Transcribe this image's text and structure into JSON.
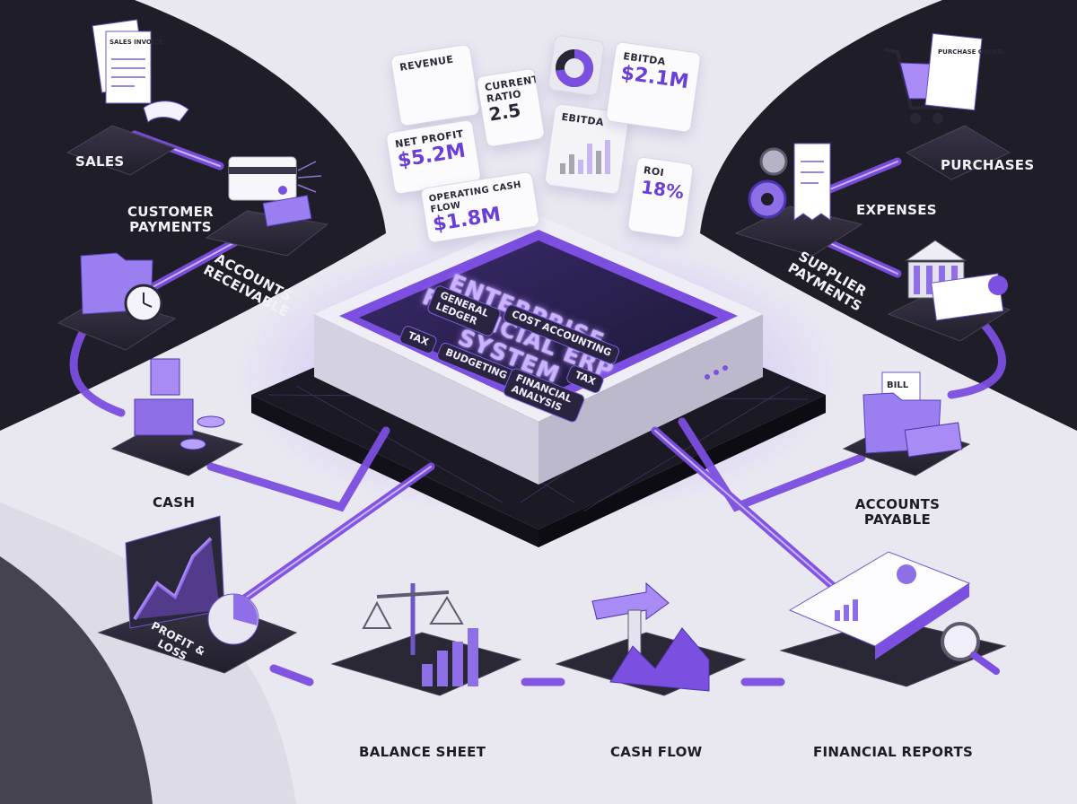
{
  "system": {
    "title": "ENTERPRISE FINANCIAL ERP SYSTEM",
    "modules": [
      "GENERAL LEDGER",
      "COST ACCOUNTING",
      "TAX",
      "BUDGETING",
      "TAX",
      "FINANCIAL ANALYSIS"
    ]
  },
  "kpis": {
    "revenue": {
      "label": "REVENUE"
    },
    "current_ratio": {
      "label": "CURRENT RATIO",
      "value": "2.5"
    },
    "net_profit": {
      "label": "NET PROFIT",
      "value": "$5.2M"
    },
    "operating_cash_flow": {
      "label": "OPERATING CASH FLOW",
      "value": "$1.8M"
    },
    "ebitda_chart": {
      "label": "EBITDA"
    },
    "ebitda": {
      "label": "EBITDA",
      "value": "$2.1M"
    },
    "roi": {
      "label": "ROI",
      "value": "18%"
    }
  },
  "nodes": {
    "sales": "SALES",
    "customer_payments": "CUSTOMER PAYMENTS",
    "accounts_receivable": "ACCOUNTS RECEIVABLE",
    "cash": "CASH",
    "purchases": "PURCHASES",
    "expenses": "EXPENSES",
    "supplier_payments": "SUPPLIER PAYMENTS",
    "accounts_payable": "ACCOUNTS PAYABLE",
    "profit_and_loss": "PROFIT & LOSS",
    "balance_sheet": "BALANCE SHEET",
    "cash_flow": "CASH FLOW",
    "financial_reports": "FINANCIAL REPORTS"
  },
  "icon_text": {
    "sales_invoice": "SALES INVOICE",
    "purchase_order": "PURCHASE ORDER",
    "bill": "BILL"
  },
  "colors": {
    "accent": "#7b4fe0",
    "accent_light": "#a98bf5",
    "dark_panel": "#1f1d27",
    "background": "#e9e8f1"
  }
}
